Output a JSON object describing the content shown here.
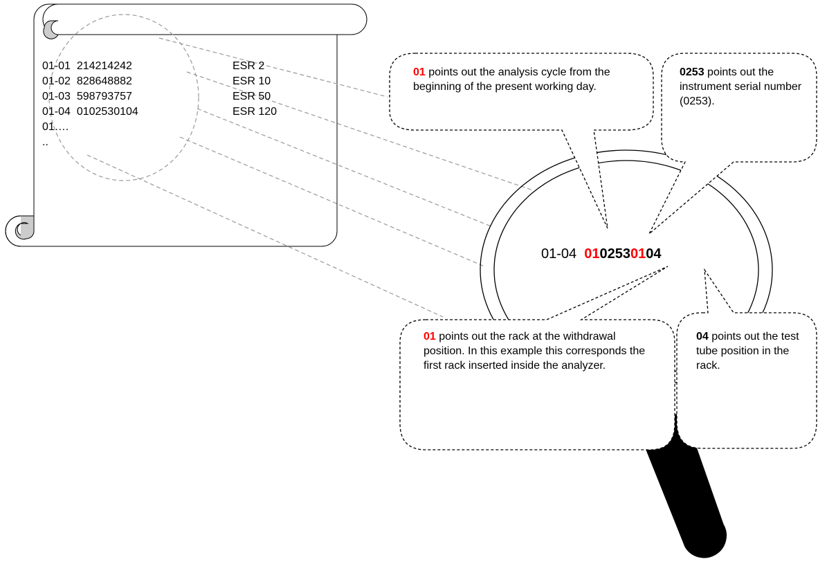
{
  "colors": {
    "highlight": "#ff0000",
    "stroke": "#000000",
    "leader": "#999999",
    "scroll_fill": "#cccccc"
  },
  "list": {
    "rows": [
      {
        "pos": "01-01",
        "code": "214214242",
        "result": "ESR 2"
      },
      {
        "pos": "01-02",
        "code": "828648882",
        "result": "ESR 10"
      },
      {
        "pos": "01-03",
        "code": "598793757",
        "result": "ESR 50"
      },
      {
        "pos": "01-04",
        "code": "0102530104",
        "result": "ESR 120"
      }
    ],
    "more_1": "01….",
    "more_2": ".."
  },
  "magnified": {
    "position": "01-04",
    "code_parts": [
      {
        "text": "01",
        "color": "#ff0000"
      },
      {
        "text": "0253",
        "color": "#000000"
      },
      {
        "text": "01",
        "color": "#ff0000"
      },
      {
        "text": "04",
        "color": "#000000"
      }
    ]
  },
  "callouts": {
    "cycle": {
      "key": "01",
      "text": " points out the analysis cycle from the beginning of the present working day."
    },
    "serial": {
      "key": "0253",
      "text": " points out the instrument serial number (0253)."
    },
    "rack": {
      "key": "01",
      "text": " points out the rack at the withdrawal position. In this example this corresponds the first rack inserted inside the analyzer."
    },
    "tube": {
      "key": "04",
      "text": " points out the test tube position in the rack."
    }
  }
}
